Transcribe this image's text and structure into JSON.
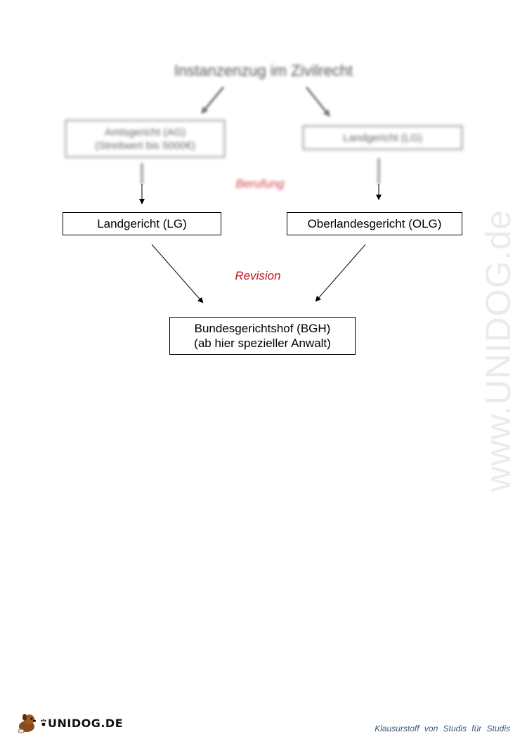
{
  "diagram": {
    "title": "Instanzenzug im Zivilrecht",
    "boxes": {
      "amtsgericht_line1": "Amtsgericht (AG)",
      "amtsgericht_line2": "(Streitwert bis 5000€)",
      "landgericht_top": "Landgericht (LG)",
      "landgericht_mid": "Landgericht (LG)",
      "oberlandesgericht": "Oberlandesgericht (OLG)",
      "bgh_line1": "Bundesgerichtshof (BGH)",
      "bgh_line2": "(ab hier spezieller Anwalt)"
    },
    "labels": {
      "berufung": "Berufung",
      "revision": "Revision"
    }
  },
  "watermark": "www.UNIDOG.de",
  "footer": {
    "logo_text": "UNIDOG.DE",
    "tagline": "Klausurstoff von Studis für Studis"
  },
  "colors": {
    "accent_red": "#c0141c",
    "footer_blue": "#3a5a7a"
  }
}
